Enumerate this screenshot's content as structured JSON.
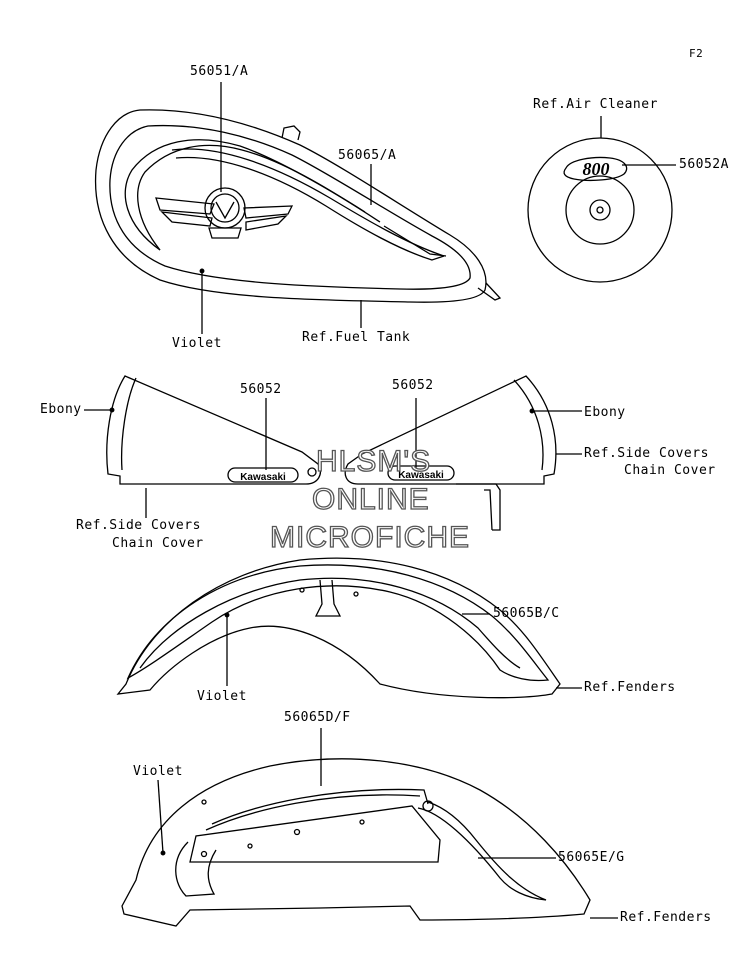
{
  "figure_code": "F2",
  "watermark": {
    "line1": "HLSM'S",
    "line2": "ONLINE",
    "line3": "MICROFICHE"
  },
  "tank": {
    "part_number": "56051/A",
    "stripe_number": "56065/A",
    "color": "Violet",
    "ref": "Ref.Fuel Tank"
  },
  "air_cleaner": {
    "ref": "Ref.Air Cleaner",
    "part_number": "56052A",
    "emblem_text": "800"
  },
  "side_covers": {
    "left_part": "56052",
    "right_part": "56052",
    "left_color": "Ebony",
    "right_color": "Ebony",
    "left_ref_1": "Ref.Side Covers",
    "left_ref_2": "Chain Cover",
    "right_ref_1": "Ref.Side Covers",
    "right_ref_2": "Chain Cover",
    "emblem_text": "Kawasaki"
  },
  "front_fender": {
    "part_number": "56065B/C",
    "color": "Violet",
    "ref": "Ref.Fenders"
  },
  "rear_fender": {
    "stripe_number": "56065D/F",
    "color": "Violet",
    "part_number": "56065E/G",
    "ref": "Ref.Fenders"
  },
  "colors": {
    "line": "#000000",
    "watermark_stroke": "#555555"
  }
}
